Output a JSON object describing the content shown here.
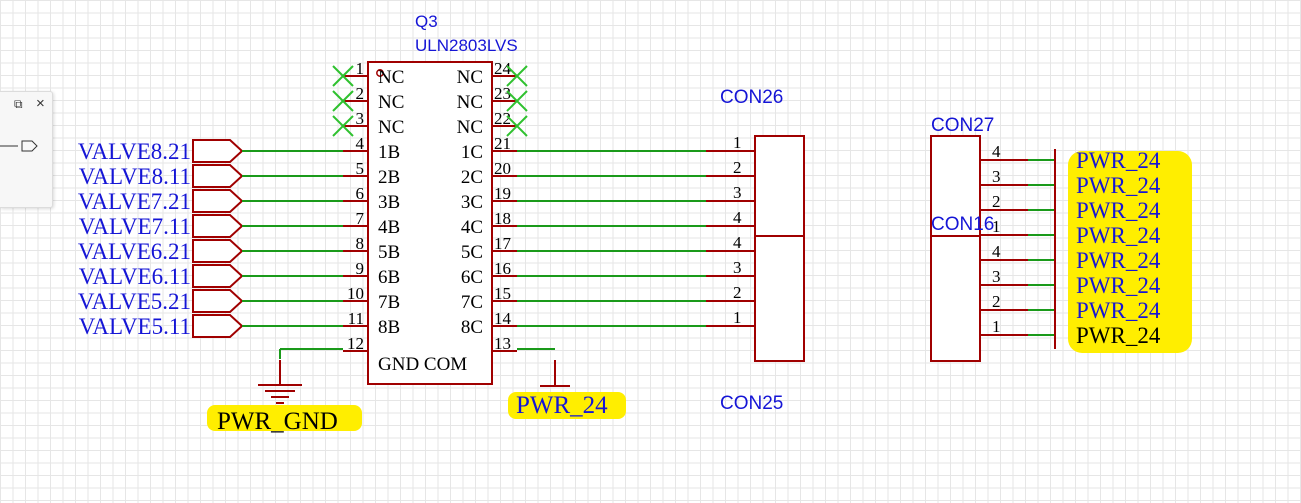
{
  "component": {
    "designator": "Q3",
    "part": "ULN2803LVS",
    "center_label": "GND COM",
    "left_pins": [
      {
        "num": "1",
        "name": "NC",
        "nc": true
      },
      {
        "num": "2",
        "name": "NC",
        "nc": true
      },
      {
        "num": "3",
        "name": "NC",
        "nc": true
      },
      {
        "num": "4",
        "name": "1B",
        "nc": false
      },
      {
        "num": "5",
        "name": "2B",
        "nc": false
      },
      {
        "num": "6",
        "name": "3B",
        "nc": false
      },
      {
        "num": "7",
        "name": "4B",
        "nc": false
      },
      {
        "num": "8",
        "name": "5B",
        "nc": false
      },
      {
        "num": "9",
        "name": "6B",
        "nc": false
      },
      {
        "num": "10",
        "name": "7B",
        "nc": false
      },
      {
        "num": "11",
        "name": "8B",
        "nc": false
      },
      {
        "num": "12",
        "name": "",
        "nc": false
      }
    ],
    "right_pins": [
      {
        "num": "24",
        "name": "NC",
        "nc": true
      },
      {
        "num": "23",
        "name": "NC",
        "nc": true
      },
      {
        "num": "22",
        "name": "NC",
        "nc": true
      },
      {
        "num": "21",
        "name": "1C",
        "nc": false
      },
      {
        "num": "20",
        "name": "2C",
        "nc": false
      },
      {
        "num": "19",
        "name": "3C",
        "nc": false
      },
      {
        "num": "18",
        "name": "4C",
        "nc": false
      },
      {
        "num": "17",
        "name": "5C",
        "nc": false
      },
      {
        "num": "16",
        "name": "6C",
        "nc": false
      },
      {
        "num": "15",
        "name": "7C",
        "nc": false
      },
      {
        "num": "14",
        "name": "8C",
        "nc": false
      },
      {
        "num": "13",
        "name": "",
        "nc": false
      }
    ]
  },
  "net_ports": [
    "VALVE8.21",
    "VALVE8.11",
    "VALVE7.21",
    "VALVE7.11",
    "VALVE6.21",
    "VALVE6.11",
    "VALVE5.21",
    "VALVE5.11"
  ],
  "power_labels": {
    "gnd": "PWR_GND",
    "v24": "PWR_24"
  },
  "connectors": {
    "con26": {
      "name": "CON26",
      "pins": [
        "1",
        "2",
        "3",
        "4"
      ]
    },
    "con25": {
      "name": "CON25",
      "pins": [
        "4",
        "3",
        "2",
        "1"
      ]
    },
    "con27": {
      "name": "CON27",
      "pins": [
        "4",
        "3",
        "2",
        "1"
      ]
    },
    "con16": {
      "name": "CON16",
      "pins": [
        "4",
        "3",
        "2",
        "1"
      ]
    }
  },
  "right_net_labels": [
    "PWR_24",
    "PWR_24",
    "PWR_24",
    "PWR_24",
    "PWR_24",
    "PWR_24",
    "PWR_24",
    "PWR_24"
  ],
  "colors": {
    "wire": "#1a9a1a",
    "outline": "#a00000",
    "label": "#1515d6",
    "text": "#000000",
    "nc_mark": "#2fc12f",
    "highlight": "#ffee00"
  },
  "panel": {
    "restore_icon": "⧉",
    "close_icon": "×"
  }
}
